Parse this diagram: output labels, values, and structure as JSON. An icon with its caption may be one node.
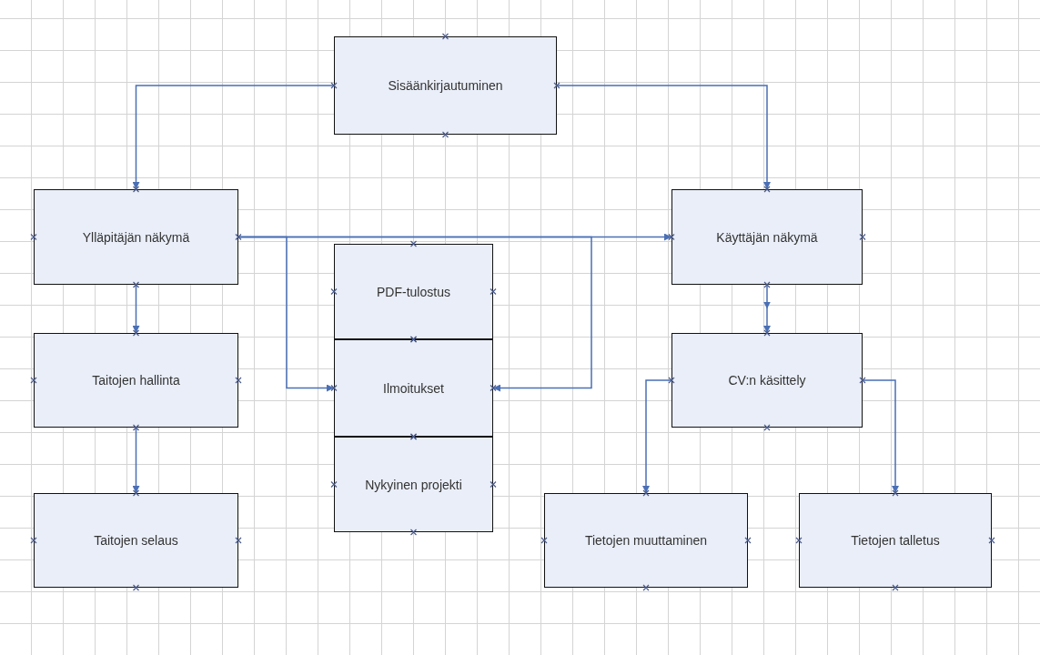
{
  "diagram": {
    "nodes": [
      {
        "text": [
          "Sisäänkirjautuminen"
        ]
      },
      {
        "text": [
          "Ylläpitäjän näkymä"
        ]
      },
      {
        "text": [
          "Käyttäjän näkymä"
        ]
      },
      {
        "text": [
          "PDF-tulostus"
        ]
      },
      {
        "text": [
          "Ilmoitukset"
        ]
      },
      {
        "text": [
          "Nykyinen projekti"
        ]
      },
      {
        "text": [
          "Taitojen hallinta"
        ]
      },
      {
        "text": [
          "CV:n käsittely"
        ]
      },
      {
        "text": [
          "Taitojen selaus"
        ]
      },
      {
        "text": [
          "Tietojen muuttaminen"
        ]
      },
      {
        "text": [
          "Tietojen talletus"
        ]
      }
    ],
    "edges": [
      {
        "from": 0,
        "to": 1,
        "arrow": "to"
      },
      {
        "from": 0,
        "to": 2,
        "arrow": "to"
      },
      {
        "from": 1,
        "to": 2,
        "arrow": "to"
      },
      {
        "from": 1,
        "to": 4,
        "arrow": "to"
      },
      {
        "from": 1,
        "to": 4,
        "arrow": "to"
      },
      {
        "from": 1,
        "to": 6,
        "arrow": "to"
      },
      {
        "from": 6,
        "to": 8,
        "arrow": "to"
      },
      {
        "from": 2,
        "to": 7,
        "arrow": "to"
      },
      {
        "from": 7,
        "to": 9,
        "arrow": "to"
      },
      {
        "from": 7,
        "to": 10,
        "arrow": "to"
      }
    ]
  }
}
